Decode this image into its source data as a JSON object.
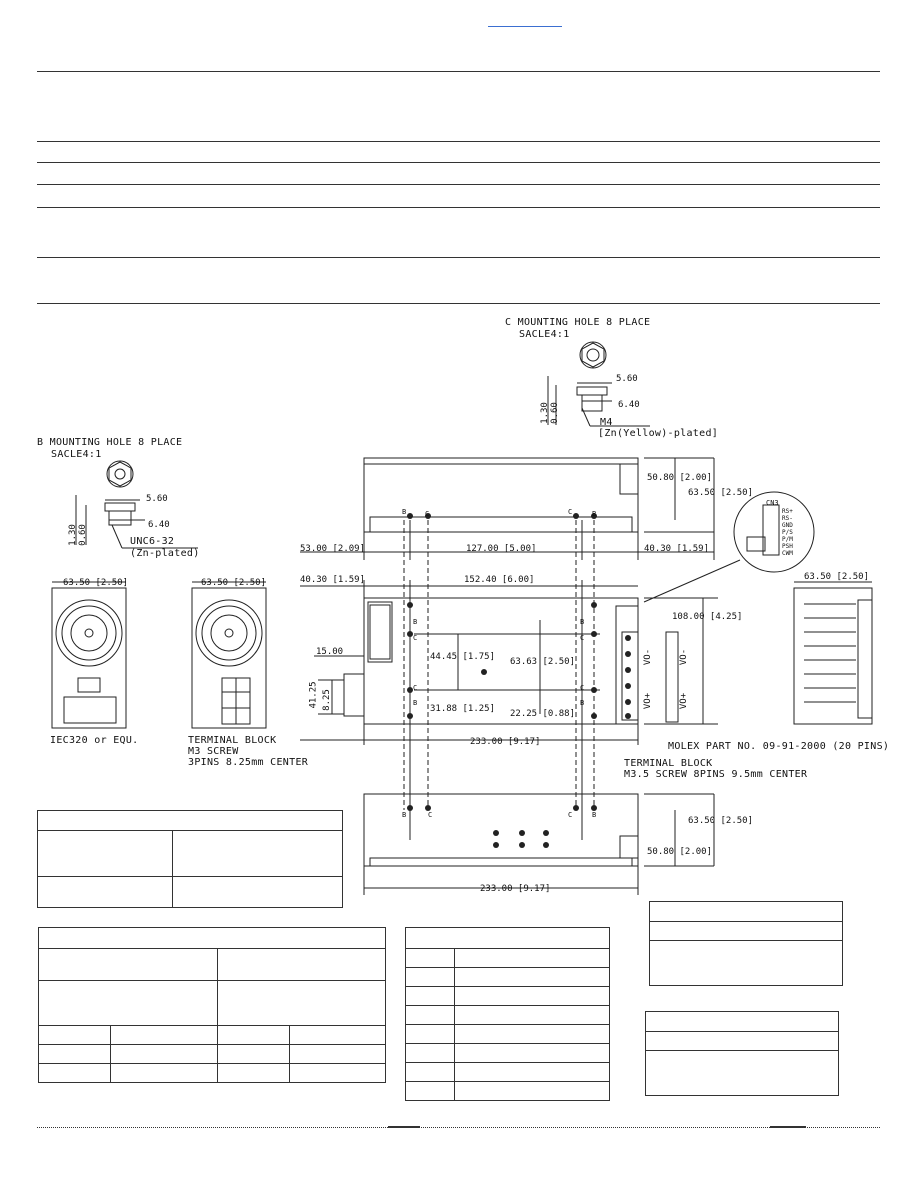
{
  "drawing": {
    "c_hole_title": "C MOUNTING HOLE 8 PLACE",
    "c_hole_scale": "SACLE4:1",
    "c_dim_560": "5.60",
    "c_dim_640": "6.40",
    "c_dim_m4": "M4",
    "c_dim_plating": "[Zn(Yellow)-plated]",
    "c_dim_130": "1.30",
    "c_dim_060": "0.60",
    "b_hole_title": "B MOUNTING HOLE 8 PLACE",
    "b_hole_scale": "SACLE4:1",
    "b_dim_560": "5.60",
    "b_dim_640": "6.40",
    "b_dim_unc": "UNC6-32",
    "b_dim_plating": "(Zn-plated)",
    "b_dim_130": "1.30",
    "b_dim_060": "0.60",
    "dim_5080_top": "50.80 [2.00]",
    "dim_6350_top": "63.50 [2.50]",
    "dim_5300": "53.00 [2.09]",
    "dim_12700": "127.00 [5.00]",
    "dim_4030_right": "40.30 [1.59]",
    "dim_4030_left": "40.30 [1.59]",
    "dim_15240": "152.40 [6.00]",
    "dim_10800": "108.00 [4.25]",
    "dim_1500": "15.00",
    "dim_4445": "44.45 [1.75]",
    "dim_6363": "63.63 [2.50]",
    "dim_3188": "31.88 [1.25]",
    "dim_2225": "22.25 [0.88]",
    "dim_4125": "41.25",
    "dim_825": "8.25",
    "dim_23300_mid": "233.00 [9.17]",
    "dim_23300_bottom": "233.00 [9.17]",
    "dim_6350_bottom": "63.50 [2.50]",
    "dim_5080_bottom": "50.80 [2.00]",
    "dim_6350_left1": "63.50 [2.50]",
    "dim_6350_left2": "63.50 [2.50]",
    "dim_6350_right": "63.50 [2.50]",
    "iec_label": "IEC320 or EQU.",
    "tb1_label1": "TERMINAL BLOCK",
    "tb1_label2": "M3 SCREW",
    "tb1_label3": "3PINS 8.25mm CENTER",
    "tb2_label1": "TERMINAL BLOCK",
    "tb2_label2": "M3.5 SCREW 8PINS 9.5mm CENTER",
    "molex_label": "MOLEX PART NO. 09-91-2000 (20 PINS)",
    "cn3_label": "CN3",
    "cn3_pins": [
      "RS+",
      "RS-",
      "GND",
      "P/S",
      "P/M",
      "PSH",
      "CWM"
    ],
    "vo_minus": "VO-",
    "vo_plus": "VO+",
    "hole_b": "B",
    "hole_c": "C"
  }
}
